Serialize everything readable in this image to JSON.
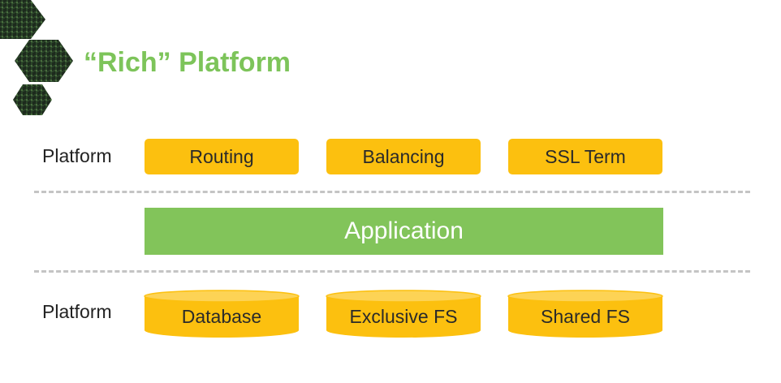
{
  "title": "“Rich” Platform",
  "colors": {
    "accent_green": "#82c45a",
    "title_green": "#7dc45a",
    "box_yellow": "#fcc00f",
    "cylinder_top": "#fdd355",
    "dash_gray": "#c4c4c4",
    "logo_dark": "#1d2a1d"
  },
  "logo": {
    "icon": "stacked-hexagon-logo"
  },
  "top_layer": {
    "label": "Platform",
    "boxes": [
      "Routing",
      "Balancing",
      "SSL Term"
    ]
  },
  "middle_layer": {
    "label": "Application"
  },
  "bottom_layer": {
    "label": "Platform",
    "cylinders": [
      "Database",
      "Exclusive FS",
      "Shared FS"
    ]
  }
}
